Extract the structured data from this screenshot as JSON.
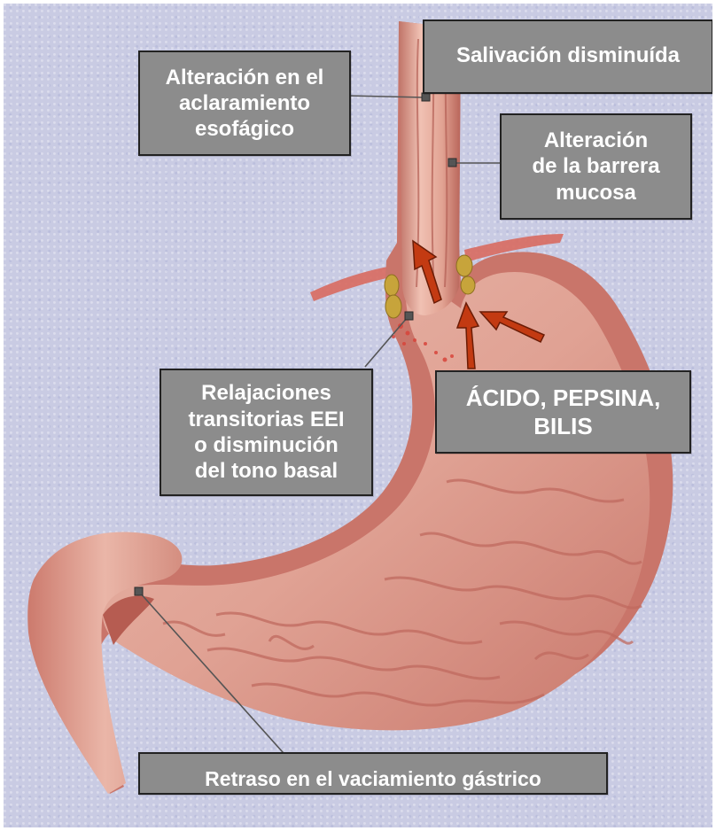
{
  "labels": {
    "salivation": "Salivación disminuída",
    "esophageal_clearance": "Alteración en el\naclaramiento\nesofágico",
    "mucosal_barrier": "Alteración\nde la barrera\nmucosa",
    "les_relaxations": "Relajaciones\ntransitorias EEI\no disminución\ndel tono basal",
    "acid": "ÁCIDO, PEPSINA,\nBILIS",
    "gastric_emptying": "Retraso en el vaciamiento gástrico"
  },
  "colors": {
    "background": "#c9cbe3",
    "label_fill": "#8c8c8c",
    "label_text": "#ffffff",
    "stomach_outer": "#c9756a",
    "stomach_inner": "#e8b2a5",
    "arrow_fill": "#c33a12",
    "diaphragm": "#d86a5f",
    "fat": "#c7a43b"
  }
}
